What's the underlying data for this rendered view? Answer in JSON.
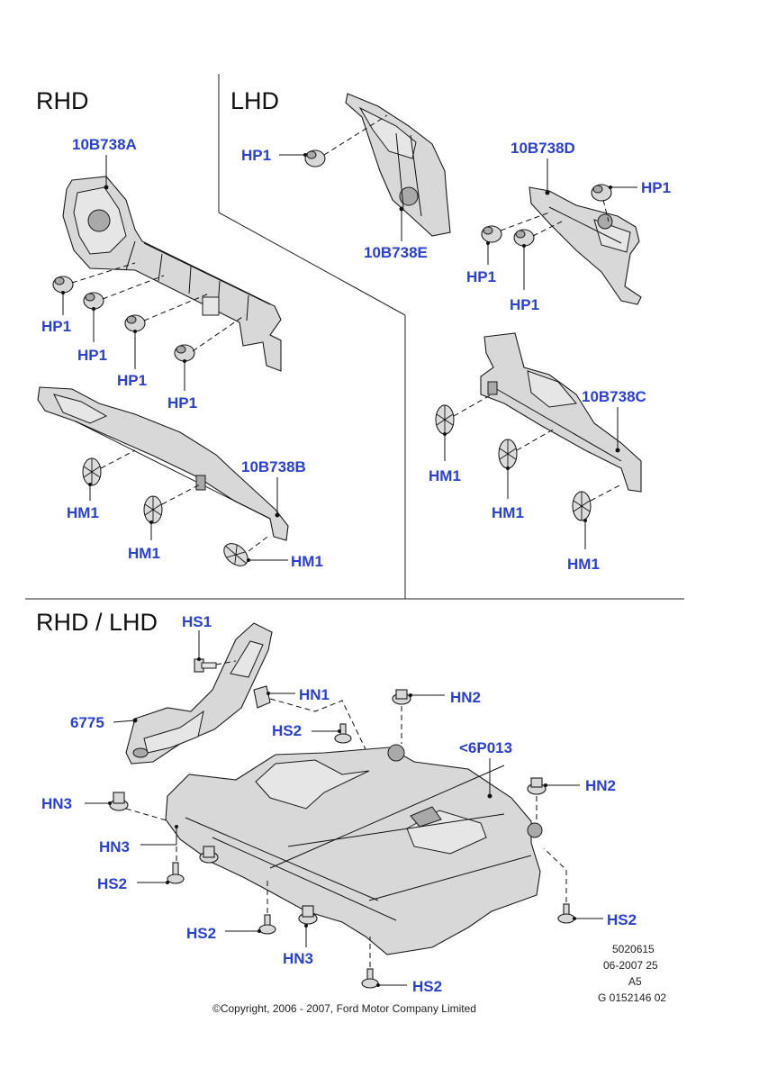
{
  "sections": {
    "rhd": "RHD",
    "lhd": "LHD",
    "both": "RHD / LHD"
  },
  "callouts": {
    "rhd_upper_part": "10B738A",
    "rhd_lower_part": "10B738B",
    "lhd_upper_left_part": "10B738E",
    "lhd_upper_right_part": "10B738D",
    "lhd_lower_part": "10B738C",
    "hp1": "HP1",
    "hm1": "HM1",
    "hs1": "HS1",
    "hs2": "HS2",
    "hn1": "HN1",
    "hn2": "HN2",
    "hn3": "HN3",
    "shield": "6775",
    "undertray": "<6P013"
  },
  "footer": {
    "ref": "5020615",
    "date": "06-2007 25",
    "size": "A5",
    "drawing": "G 0152146 02",
    "copyright": "©Copyright, 2006 - 2007, Ford Motor Company Limited"
  },
  "colors": {
    "callout": "#2b3fd0",
    "line": "#111111",
    "part_fill": "#d8d8d8"
  }
}
